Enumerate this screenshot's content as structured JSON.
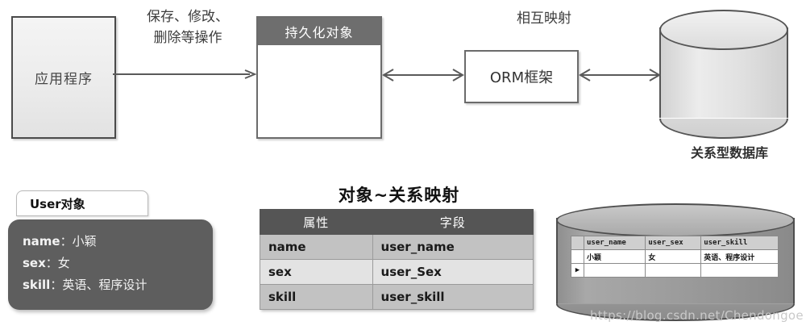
{
  "diagram": {
    "top_flow": {
      "app_box": {
        "label": "应用程序"
      },
      "operation_label": "保存、修改、\n删除等操作",
      "operation_label_line1": "保存、修改、",
      "operation_label_line2": "删除等操作",
      "persistence_box": {
        "header": "持久化对象"
      },
      "mapping_label": "相互映射",
      "orm_box": {
        "label": "ORM框架"
      },
      "database_cylinder": {
        "label": "关系型数据库"
      }
    },
    "user_object": {
      "tab_label": "User对象",
      "fields": [
        {
          "key": "name",
          "sep": "：",
          "value": "小颖"
        },
        {
          "key": "sex",
          "sep": "：",
          "value": "女"
        },
        {
          "key": "skill",
          "sep": "：",
          "value": "英语、程序设计"
        }
      ]
    },
    "mapping_table": {
      "title": "对象~关系映射",
      "headers": [
        "属性",
        "字段"
      ],
      "rows": [
        {
          "attr": "name",
          "field": "user_name"
        },
        {
          "attr": "sex",
          "field": "user_Sex"
        },
        {
          "attr": "skill",
          "field": "user_skill"
        }
      ]
    },
    "db_table": {
      "headers": [
        "user_name",
        "user_sex",
        "user_skill"
      ],
      "rows": [
        {
          "user_name": "小颖",
          "user_sex": "女",
          "user_skill": "英语、程序设计"
        }
      ],
      "row_marker": "▶"
    },
    "watermark": "https://blog.csdn.net/Chendongoe",
    "colors": {
      "header_dark": "#555555",
      "panel_dark": "#5e5e5e",
      "row_a": "#c2c2c2",
      "row_b": "#e3e3e3",
      "stroke": "#4e4e4e"
    }
  }
}
